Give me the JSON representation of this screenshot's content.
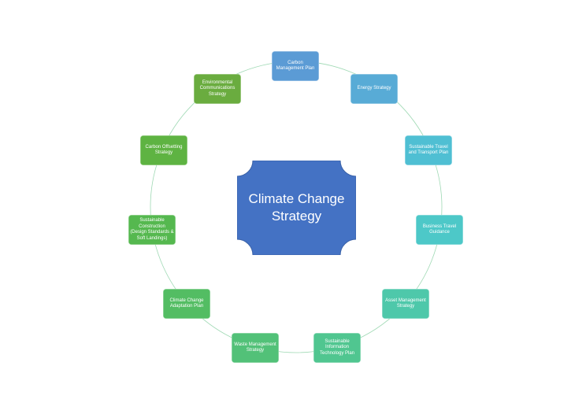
{
  "center": {
    "label": "Climate Change\nStrategy",
    "color": "#4472c4"
  },
  "ring_color": "#9fd9b4",
  "nodes": [
    {
      "label": "Carbon\nManagement Plan",
      "color": "#5b9bd5"
    },
    {
      "label": "Energy Strategy",
      "color": "#58abd6"
    },
    {
      "label": "Sustainable Travel\nand Transport Plan",
      "color": "#4fbfd3"
    },
    {
      "label": "Business Travel\nGuidance",
      "color": "#4dc8c8"
    },
    {
      "label": "Asset Management\nStrategy",
      "color": "#4ec8aa"
    },
    {
      "label": "Sustainable\nInformation\nTechnology Plan",
      "color": "#50c690"
    },
    {
      "label": "Waste Management\nStrategy",
      "color": "#52c178"
    },
    {
      "label": "Climate Change\nAdaptation Plan",
      "color": "#53bd63"
    },
    {
      "label": "Sustainable\nConstruction\n(Design Standards &\nSoft Landings)",
      "color": "#55b84f"
    },
    {
      "label": "Carbon Offsetting\nStrategy",
      "color": "#5eb342"
    },
    {
      "label": "Environmental\nCommunications\nStrategy",
      "color": "#6aac3f"
    }
  ]
}
